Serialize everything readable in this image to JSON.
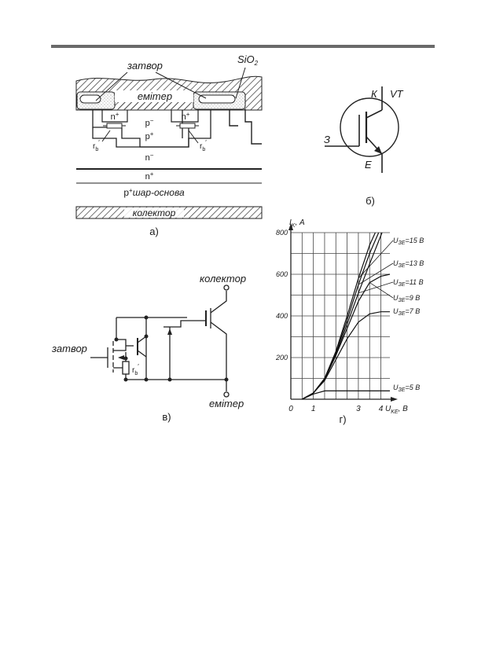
{
  "fig_a": {
    "gate": "затвор",
    "oxide": "SiO",
    "oxide_sub": "2",
    "emitter": "емітер",
    "n_plus_left": "n",
    "n_plus_right": "n",
    "plus_sup": "+",
    "p_minus": "p",
    "minus_sup": "−",
    "p_plus": "p",
    "n_minus": "n",
    "rb": "r",
    "rb_sub": "b",
    "rb_prime": "′",
    "n_plus_layer": "n",
    "p_base_p": "p",
    "p_base_rest": "шар-основа",
    "collector": "колектор",
    "caption": "а)"
  },
  "fig_b": {
    "K": "К",
    "VT": "VT",
    "gate": "З",
    "E": "Е",
    "caption": "б)"
  },
  "fig_v": {
    "collector": "колектор",
    "gate": "затвор",
    "emitter": "емітер",
    "rb": "r",
    "rb_sub": "b",
    "rb_prime": "′",
    "caption": "в)"
  },
  "chart_data": {
    "type": "line",
    "caption": "г)",
    "ylabel": "I",
    "ylabel_sub": "K",
    "ylabel_unit": ", А",
    "xlabel": "U",
    "xlabel_sub": "KE",
    "xlabel_unit": ", В",
    "xlim": [
      0,
      4.4
    ],
    "ylim": [
      0,
      800
    ],
    "x_ticks": [
      "0",
      "1",
      "3",
      "4"
    ],
    "y_ticks": [
      "200",
      "400",
      "600",
      "800"
    ],
    "x_tick_values": [
      0,
      1,
      3,
      4
    ],
    "y_tick_values": [
      200,
      400,
      600,
      800
    ],
    "grid": true,
    "series": [
      {
        "name": "U",
        "sub": "ЗЕ",
        "value_text": "=15 В",
        "x": [
          0.5,
          1.0,
          1.5,
          2.0,
          2.5,
          3.0,
          3.5,
          3.75
        ],
        "y": [
          0,
          30,
          100,
          230,
          400,
          580,
          740,
          800
        ]
      },
      {
        "name": "U",
        "sub": "ЗЕ",
        "value_text": "=13 В",
        "x": [
          0.5,
          1.0,
          1.5,
          2.0,
          2.5,
          3.0,
          3.5,
          3.9
        ],
        "y": [
          0,
          30,
          100,
          225,
          380,
          550,
          700,
          800
        ]
      },
      {
        "name": "U",
        "sub": "ЗЕ",
        "value_text": "=11 В",
        "x": [
          0.5,
          1.0,
          1.5,
          2.0,
          2.5,
          3.0,
          3.5,
          4.05
        ],
        "y": [
          0,
          30,
          95,
          215,
          360,
          510,
          650,
          800
        ]
      },
      {
        "name": "U",
        "sub": "ЗЕ",
        "value_text": "=9 В",
        "x": [
          0.5,
          1.0,
          1.5,
          2.0,
          2.5,
          3.0,
          3.5,
          4.0,
          4.4
        ],
        "y": [
          0,
          30,
          95,
          210,
          340,
          470,
          560,
          590,
          600
        ]
      },
      {
        "name": "U",
        "sub": "ЗЕ",
        "value_text": "=7 В",
        "x": [
          0.5,
          1.0,
          1.5,
          2.0,
          2.5,
          3.0,
          3.5,
          4.0,
          4.4
        ],
        "y": [
          0,
          30,
          90,
          190,
          290,
          370,
          410,
          420,
          420
        ]
      },
      {
        "name": "U",
        "sub": "ЗЕ",
        "value_text": "=5 В",
        "x": [
          0.5,
          1.0,
          1.5,
          2.0,
          3.0,
          4.0,
          4.4
        ],
        "y": [
          0,
          25,
          40,
          40,
          40,
          40,
          40
        ]
      }
    ]
  }
}
